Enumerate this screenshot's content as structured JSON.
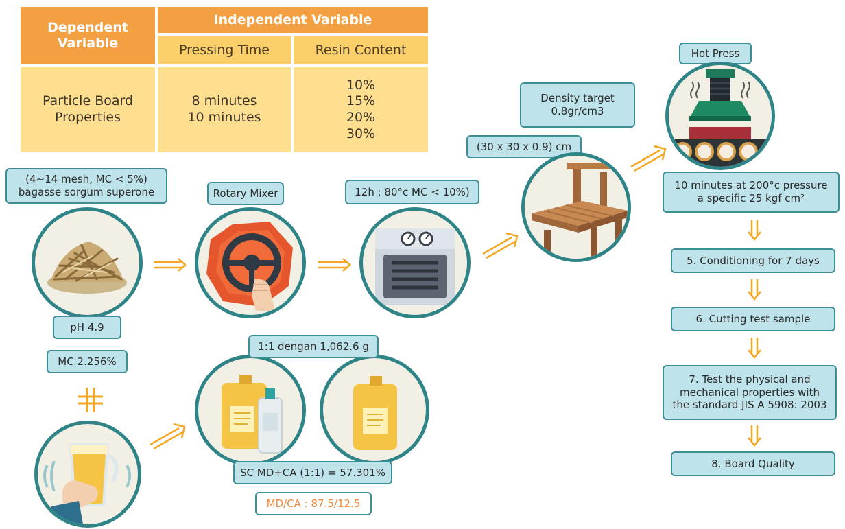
{
  "table": {
    "dependent_header": "Dependent Variable",
    "independent_header": "Independent Variable",
    "col_pressing": "Pressing Time",
    "col_resin": "Resin Content",
    "row_label": "Particle Board Properties",
    "pressing_values": "8 minutes\n10 minutes",
    "resin_values": "10%\n15%\n20%\n30%"
  },
  "labels": {
    "raw_material": "(4~14 mesh, MC < 5%)\nbagasse sorgum superone",
    "ph": "pH 4.9",
    "mc": "MC 2.256%",
    "rotary_mixer": "Rotary Mixer",
    "oven": "12h ; 80°c MC < 10%)",
    "ratio": "1:1 dengan 1,062.6 g",
    "sc": "SC MD+CA (1:1) = 57.301%",
    "mdca": "MD/CA : 87.5/12.5",
    "density": "Density target\n0.8gr/cm3",
    "dimensions": "(30 x 30 x 0.9) cm",
    "hot_press": "Hot Press",
    "press_conditions": "10 minutes at 200°c pressure\na specific 25 kgf cm²",
    "step5": "5. Conditioning for 7 days",
    "step6": "6. Cutting test sample",
    "step7": "7. Test the physical and\nmechanical properties with\nthe standard JIS A 5908: 2003",
    "step8": "8. Board Quality"
  },
  "colors": {
    "teal_border": "#3e8e96",
    "box_fill": "#bfe3ea",
    "orange_header": "#f3a043",
    "arrow": "#f5a623",
    "accent_text": "#f08a3c"
  },
  "icons": [
    "bagasse-icon",
    "rotary-mixer-icon",
    "oven-icon",
    "resin-jug-icon",
    "hot-press-icon",
    "forming-table-icon",
    "juice-pitcher-icon",
    "plus-icon"
  ]
}
